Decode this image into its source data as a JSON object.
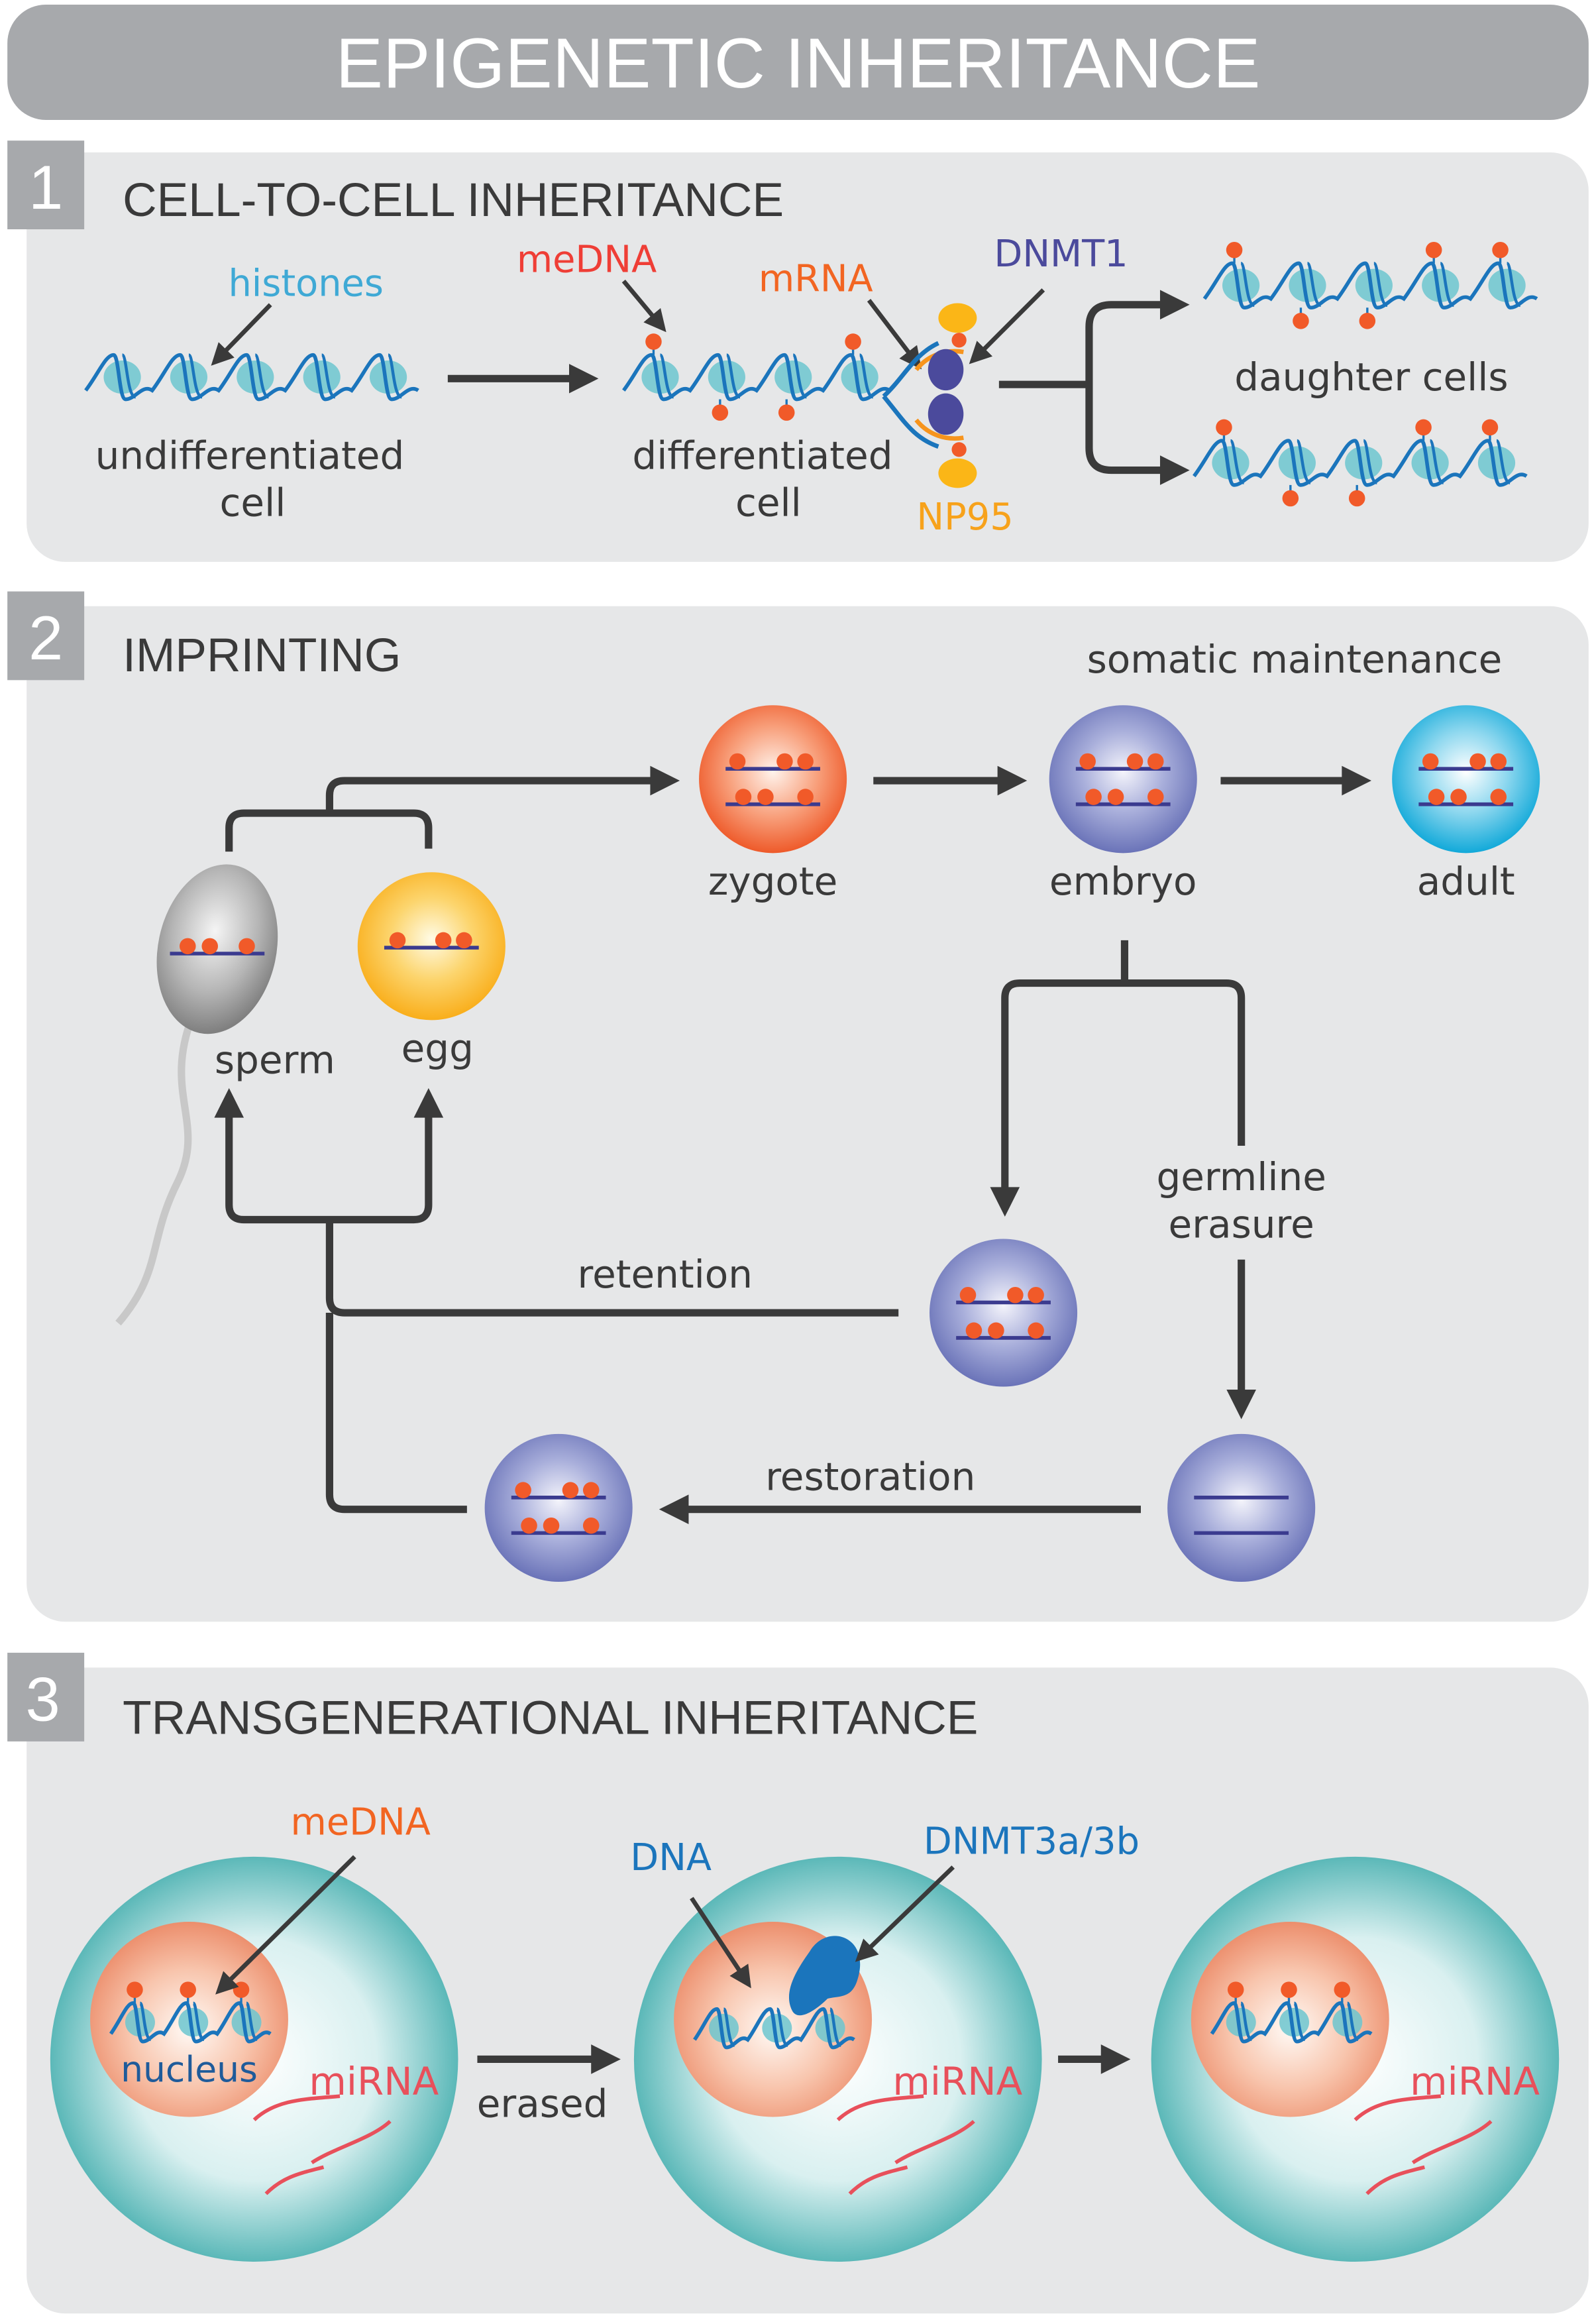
{
  "title": "EPIGENETIC INHERITANCE",
  "colors": {
    "header_gray": "#a7a9ac",
    "panel_bg": "#e6e7e8",
    "methyl": "#f15a29",
    "dna_blue": "#1b75bc",
    "histone": "#6cc5cf",
    "dnmt1": "#4b4a9c",
    "np95": "#fbb617",
    "mirna": "#e8505b",
    "arrow": "#3a3a3a"
  },
  "panel1": {
    "number": "1",
    "title": "CELL-TO-CELL INHERITANCE",
    "histones": "histones",
    "medna": "meDNA",
    "mrna": "mRNA",
    "dnmt1": "DNMT1",
    "np95": "NP95",
    "undiff_line1": "undifferentiated",
    "undiff_line2": "cell",
    "diff_line1": "differentiated",
    "diff_line2": "cell",
    "daughter": "daughter cells"
  },
  "panel2": {
    "number": "2",
    "title": "IMPRINTING",
    "somatic": "somatic maintenance",
    "zygote": "zygote",
    "embryo": "embryo",
    "adult": "adult",
    "sperm": "sperm",
    "egg": "egg",
    "germline_line1": "germline",
    "germline_line2": "erasure",
    "retention": "retention",
    "restoration": "restoration"
  },
  "panel3": {
    "number": "3",
    "title": "TRANSGENERATIONAL INHERITANCE",
    "medna": "meDNA",
    "nucleus": "nucleus",
    "dna": "DNA",
    "dnmt3": "DNMT3a/3b",
    "erased": "erased",
    "mirna": "miRNA"
  }
}
